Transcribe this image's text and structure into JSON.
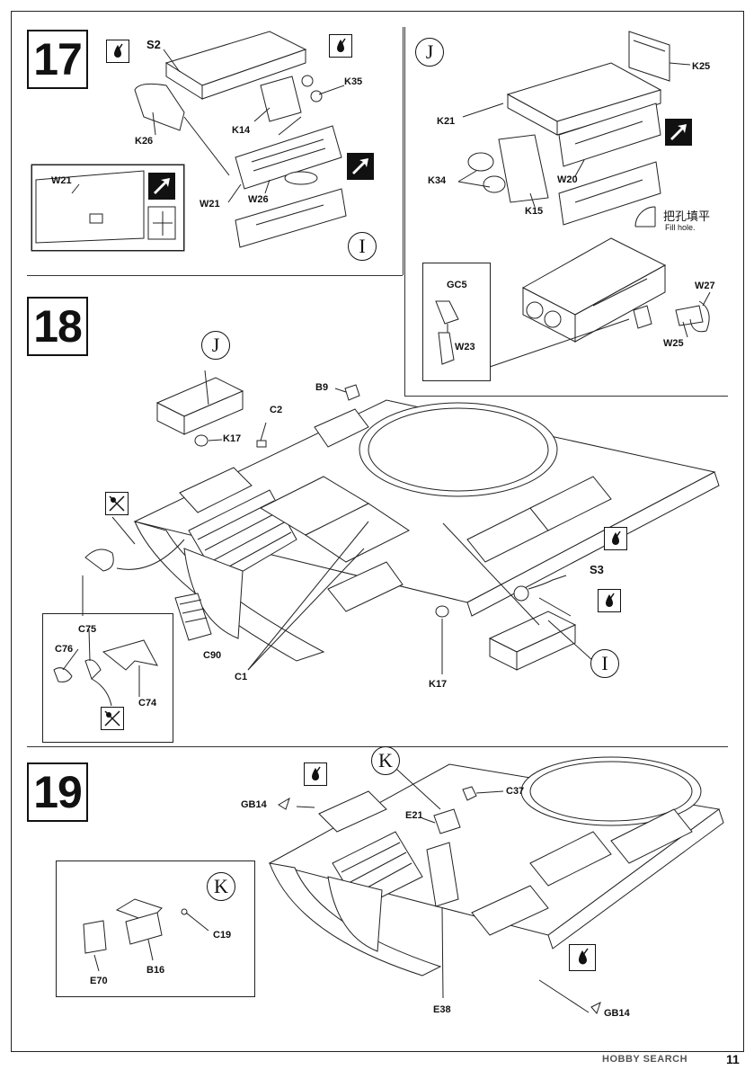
{
  "steps": [
    {
      "number": "17"
    },
    {
      "number": "18"
    },
    {
      "number": "19"
    }
  ],
  "subassembly_markers": {
    "i": "I",
    "j": "J",
    "k": "K"
  },
  "step17": {
    "labels": {
      "s2": "S2",
      "k35": "K35",
      "k14": "K14",
      "k26": "K26",
      "w21_inset": "W21",
      "w21": "W21",
      "w26": "W26",
      "k21": "K21",
      "k25": "K25",
      "w20": "W20",
      "k34": "K34",
      "k15": "K15",
      "gc5": "GC5",
      "w23": "W23",
      "w27": "W27",
      "w25": "W25"
    },
    "fill_hole_cn": "把孔填平",
    "fill_hole_en": "Fill hole."
  },
  "step18": {
    "labels": {
      "b9": "B9",
      "c2": "C2",
      "k17_top": "K17",
      "k17_bottom": "K17",
      "s3": "S3",
      "c75": "C75",
      "c76": "C76",
      "c74": "C74",
      "c90": "C90",
      "c1": "C1"
    }
  },
  "step19": {
    "labels": {
      "gb14_top": "GB14",
      "gb14_bottom": "GB14",
      "e21": "E21",
      "c37": "C37",
      "e38": "E38",
      "c19": "C19",
      "b16": "B16",
      "e70": "E70"
    }
  },
  "footer": {
    "page_number": "11",
    "watermark": "HOBBY SEARCH"
  }
}
